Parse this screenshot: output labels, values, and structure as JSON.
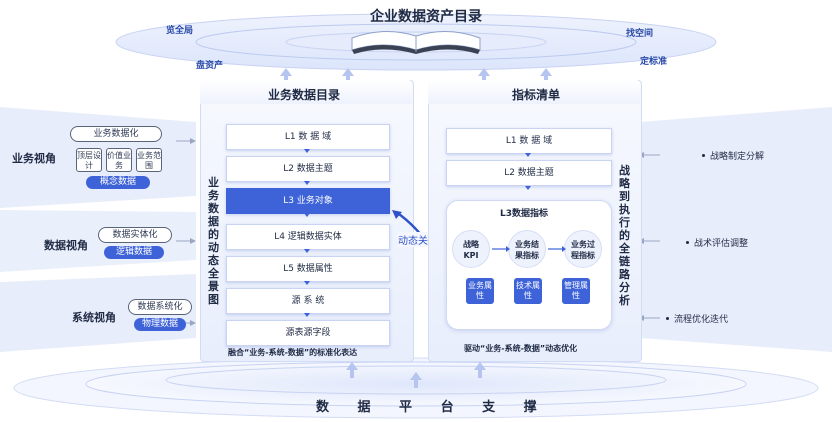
{
  "top": {
    "title": "企业数据资产目录",
    "corner_labels": [
      "览全局",
      "找空间",
      "盘资产",
      "定标准"
    ]
  },
  "left_views": [
    {
      "title": "业务视角",
      "outline_pill": "业务数据化",
      "sub_boxes": [
        "顶层设计",
        "价值业务",
        "业务范围"
      ],
      "blue_pill": "概念数据"
    },
    {
      "title": "数据视角",
      "outline_pill": "数据实体化",
      "blue_pill": "逻辑数据"
    },
    {
      "title": "系统视角",
      "outline_pill": "数据系统化",
      "blue_pill": "物理数据"
    }
  ],
  "left_panel": {
    "header": "业务数据目录",
    "layers": [
      "L1 数 据 域",
      "L2 数据主题",
      "L3 业务对象",
      "L4 逻辑数据实体",
      "L5 数据属性",
      "源 系 统",
      "源表源字段"
    ],
    "active_index": 2,
    "side_text": "业务数据的动态全景图",
    "footer": "融合“业务-系统-数据”的标准化表达"
  },
  "link_label": "动态关联",
  "right_panel": {
    "header": "指标清单",
    "layers": [
      "L1 数 据 域",
      "L2 数据主题"
    ],
    "l3_title": "L3数据指标",
    "circles": [
      "战略KPI",
      "业务结果指标",
      "业务过程指标"
    ],
    "tags": [
      "业务属性",
      "技术属性",
      "管理属性"
    ],
    "side_text": "战略到执行的全链路分析",
    "footer": "驱动“业务-系统-数据”动态优化"
  },
  "right_items": [
    "战略制定分解",
    "战术评估调整",
    "流程优化迭代"
  ],
  "bottom": {
    "label": "数 据 平 台 支 撑"
  },
  "colors": {
    "accent": "#3e63d8",
    "band": "#e9eefc",
    "panel": "#f1f4fd"
  }
}
